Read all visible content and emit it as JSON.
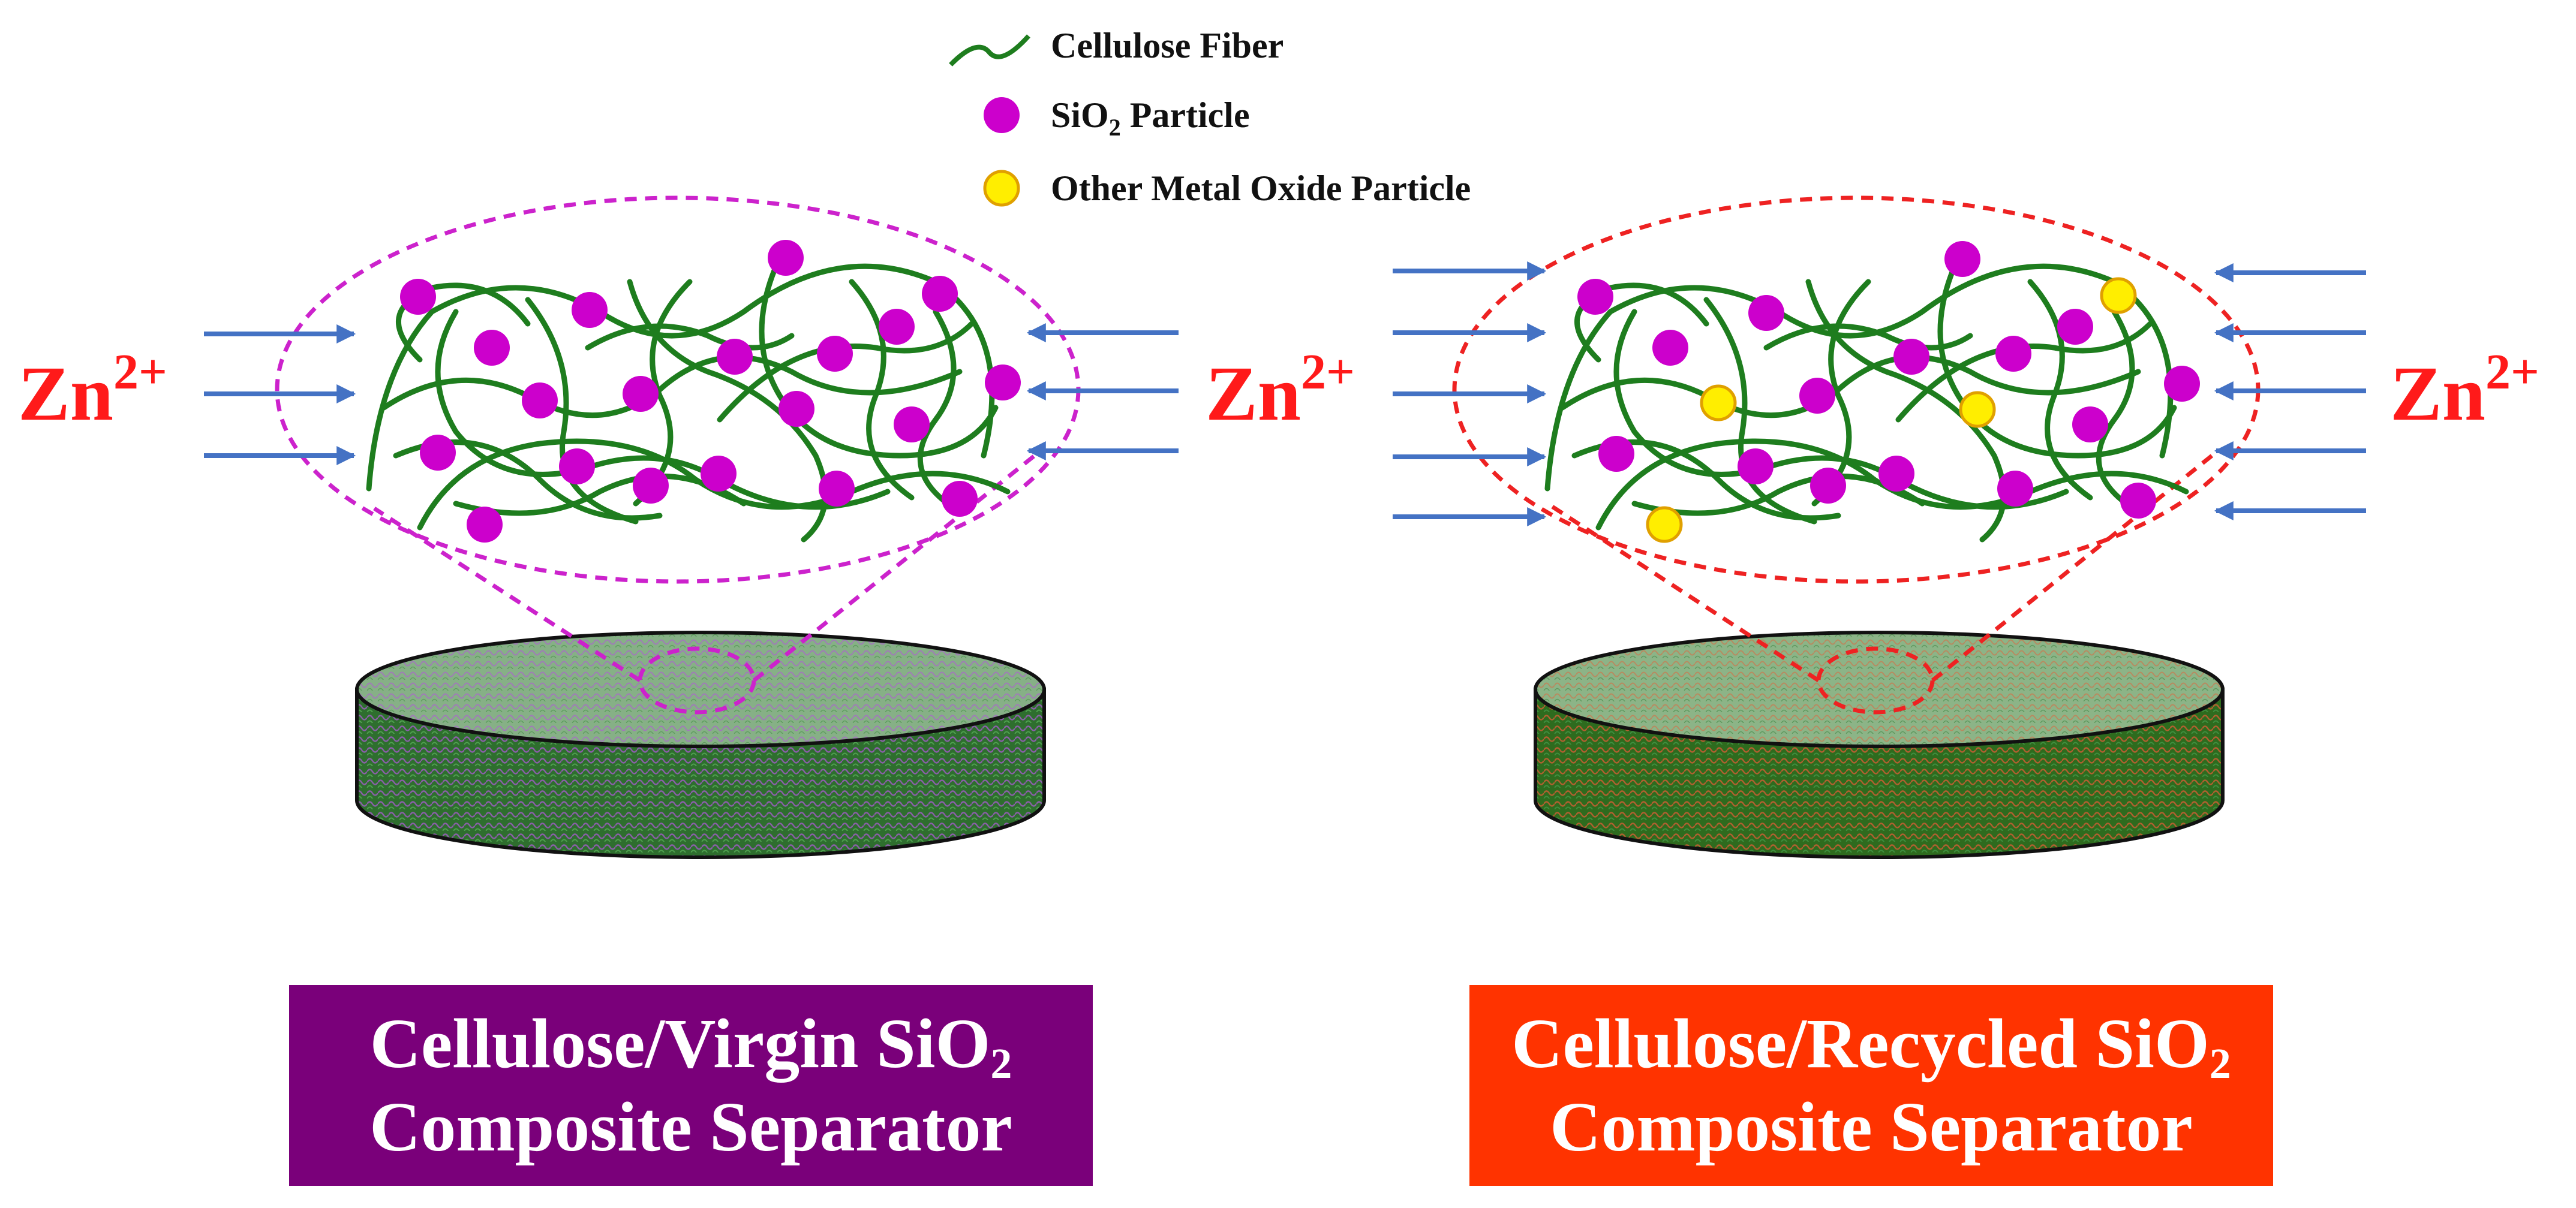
{
  "legend": {
    "fiber_label": "Cellulose Fiber",
    "sio2_label_main": "SiO",
    "sio2_label_sub": "2",
    "sio2_label_tail": " Particle",
    "oxide_label": "Other Metal Oxide Particle"
  },
  "ions": {
    "base": "Zn",
    "charge": "2+"
  },
  "panels": [
    {
      "caption_line1_main": "Cellulose/Virgin SiO",
      "caption_line1_sub": "2",
      "caption_line2": "Composite Separator"
    },
    {
      "caption_line1_main": "Cellulose/Recycled SiO",
      "caption_line1_sub": "2",
      "caption_line2": "Composite Separator"
    }
  ],
  "colors": {
    "fiber": "#1e7d1e",
    "sio2": "#cc00cc",
    "oxide": "#ffee00",
    "arrow": "#4472c4",
    "ion": "#ff1a1a",
    "left_dash": "#cc22cc",
    "right_dash": "#ee2222",
    "left_caption_bg": "#7a007a",
    "right_caption_bg": "#ff3300",
    "disk_top": "#8fb98f",
    "disk_side": "#2d6b2d"
  }
}
